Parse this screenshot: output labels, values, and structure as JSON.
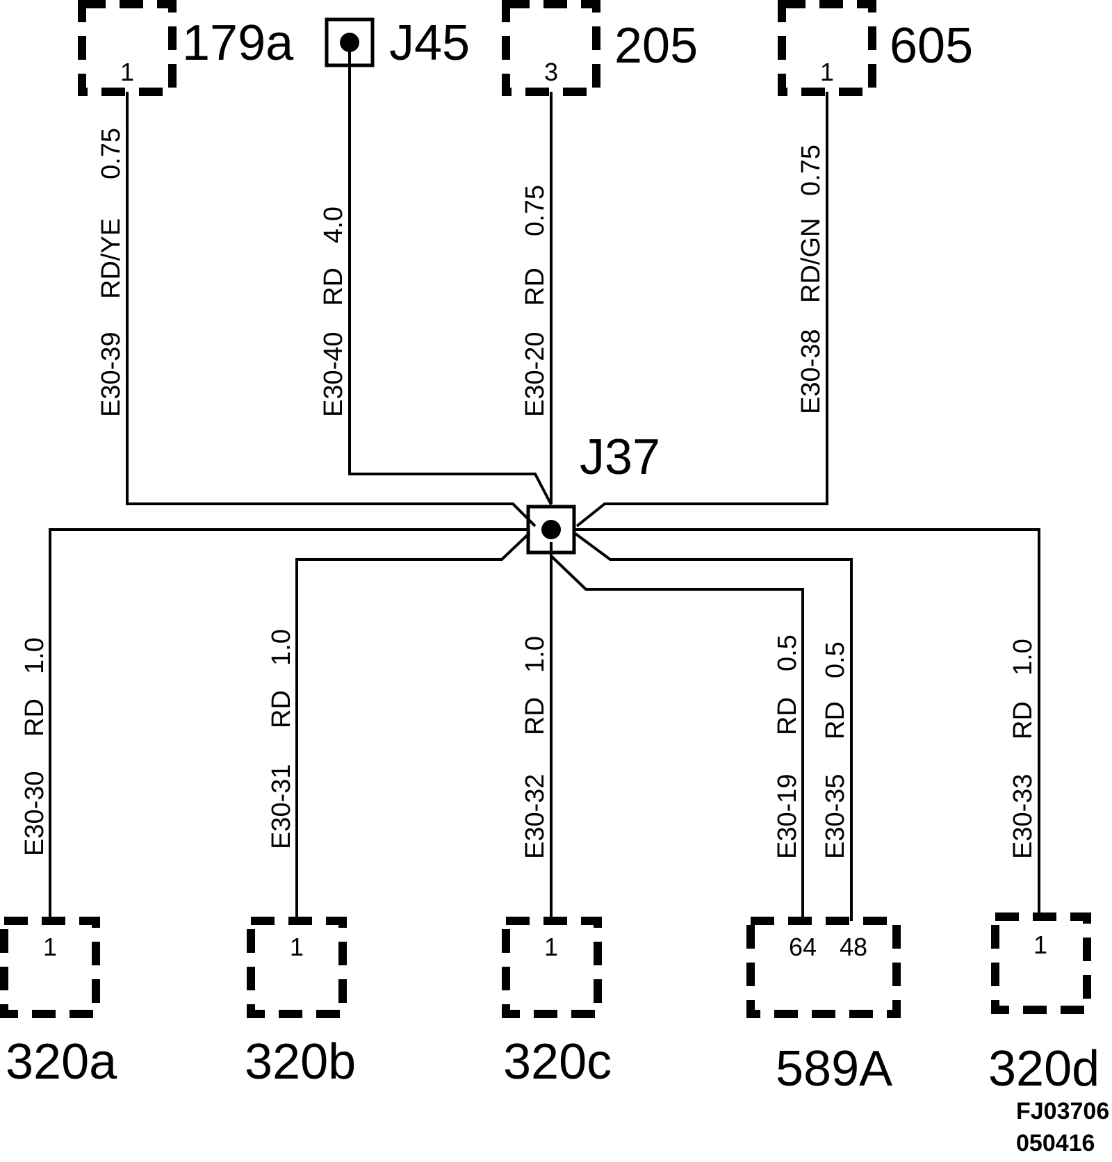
{
  "splices": {
    "j45": "J45",
    "j37": "J37"
  },
  "top_connectors": [
    {
      "id": "179a",
      "pin": "1"
    },
    {
      "id": "205",
      "pin": "3"
    },
    {
      "id": "605",
      "pin": "1"
    }
  ],
  "bottom_connectors": [
    {
      "id": "320a",
      "pins": [
        "1"
      ]
    },
    {
      "id": "320b",
      "pins": [
        "1"
      ]
    },
    {
      "id": "320c",
      "pins": [
        "1"
      ]
    },
    {
      "id": "589A",
      "pins": [
        "64",
        "48"
      ]
    },
    {
      "id": "320d",
      "pins": [
        "1"
      ]
    }
  ],
  "wires": [
    {
      "circuit": "E30-39",
      "color": "RD/YE",
      "size": "0.75"
    },
    {
      "circuit": "E30-40",
      "color": "RD",
      "size": "4.0"
    },
    {
      "circuit": "E30-20",
      "color": "RD",
      "size": "0.75"
    },
    {
      "circuit": "E30-38",
      "color": "RD/GN",
      "size": "0.75"
    },
    {
      "circuit": "E30-30",
      "color": "RD",
      "size": "1.0"
    },
    {
      "circuit": "E30-31",
      "color": "RD",
      "size": "1.0"
    },
    {
      "circuit": "E30-32",
      "color": "RD",
      "size": "1.0"
    },
    {
      "circuit": "E30-19",
      "color": "RD",
      "size": "0.5"
    },
    {
      "circuit": "E30-35",
      "color": "RD",
      "size": "0.5"
    },
    {
      "circuit": "E30-33",
      "color": "RD",
      "size": "1.0"
    }
  ],
  "figure_ref": [
    "FJ03706",
    "050416"
  ]
}
